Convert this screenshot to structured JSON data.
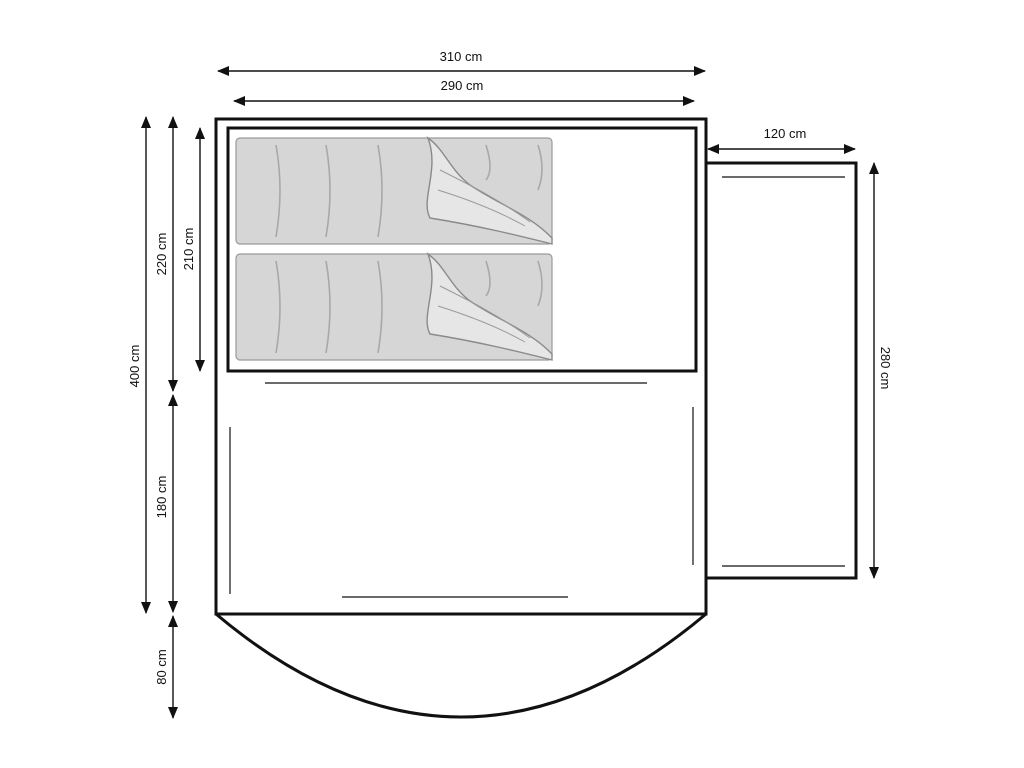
{
  "dimensions": {
    "total_width": "310 cm",
    "inner_width": "290 cm",
    "annex_width": "120 cm",
    "total_length": "400 cm",
    "bedroom_outer": "220 cm",
    "bedroom_inner": "210 cm",
    "living_length": "180 cm",
    "porch_depth": "80 cm",
    "annex_length": "280 cm"
  },
  "colors": {
    "outline": "#111111",
    "sleeping_bag": "#d6d6d6",
    "sleeping_bag_flap": "#e6e6e6"
  },
  "icons": [
    "sleeping-bag-icon",
    "sleeping-bag-icon"
  ]
}
